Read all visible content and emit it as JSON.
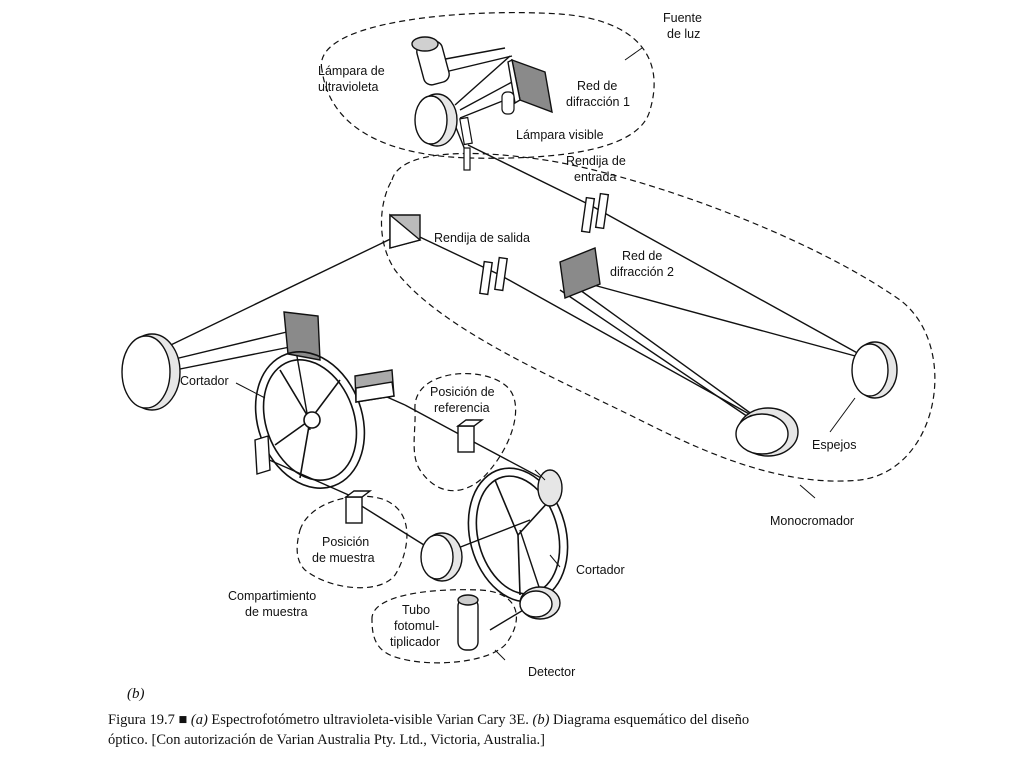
{
  "labels": {
    "fuente_de_luz": [
      "Fuente",
      "de luz"
    ],
    "lampara_uv": [
      "Lámpara de",
      "ultravioleta"
    ],
    "red_difraccion_1": [
      "Red de",
      "difracción 1"
    ],
    "lampara_visible": "Lámpara visible",
    "rendija_entrada": [
      "Rendija de",
      "entrada"
    ],
    "rendija_salida": "Rendija de salida",
    "red_difraccion_2": [
      "Red de",
      "difracción 2"
    ],
    "cortador_1": "Cortador",
    "posicion_referencia": [
      "Posición de",
      "referencia"
    ],
    "espejos": "Espejos",
    "monocromador": "Monocromador",
    "posicion_muestra": [
      "Posición",
      "de muestra"
    ],
    "cortador_2": "Cortador",
    "compartimiento_muestra": [
      "Compartimiento",
      "de muestra"
    ],
    "tubo_fotomultiplicador": [
      "Tubo",
      "fotomul-",
      "tiplicador"
    ],
    "detector": "Detector"
  },
  "caption": {
    "panel_letter": "(b)",
    "line1_prefix": "Figura 19.7 ■ ",
    "line1_a": "(a)",
    "line1_mid": " Espectrofotómetro ultravioleta-visible Varian Cary 3E. ",
    "line1_b": "(b)",
    "line1_end": " Diagrama esquemático del diseño",
    "line2": "óptico. [Con autorización de Varian Australia Pty. Ltd., Victoria, Australia.]"
  },
  "colors": {
    "ink": "#111111",
    "mirror_fill": "#e6e6e6",
    "dark_fill": "#8a8a8a"
  }
}
